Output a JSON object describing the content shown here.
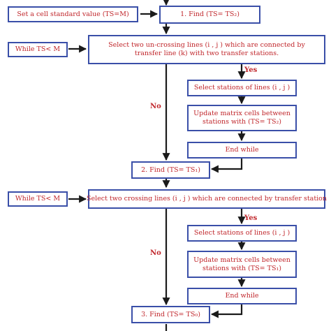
{
  "nodes": {
    "set_value": "Set a cell standard value (TS=M)",
    "find1": "1.   Find (TS= TS₂)",
    "while1": "While TS< M",
    "select_uncrossing": "Select two un-crossing lines (i , j ) which are connected by transfer line (k) with two transfer stations.",
    "select_stations1": "Select stations of lines (i , j )",
    "update1": "Update matrix cells between stations with (TS= TS₂)",
    "end_while1": "End while",
    "find2": "2.   Find (TS= TS₁)",
    "while2": "While TS< M",
    "select_crossing": "Select two crossing lines (i , j ) which are connected by transfer station",
    "select_stations2": "Select stations of lines (i , j )",
    "update2": "Update matrix cells between stations with (TS= TS₁)",
    "end_while2": "End while",
    "find3": "3.   Find (TS= TS₀)"
  },
  "labels": {
    "yes1": "Yes",
    "no1": "No",
    "yes2": "Yes",
    "no2": "No"
  },
  "colors": {
    "box_border": "#3a4fa8",
    "text": "#c0262b",
    "arrow": "#1a1a1a"
  }
}
